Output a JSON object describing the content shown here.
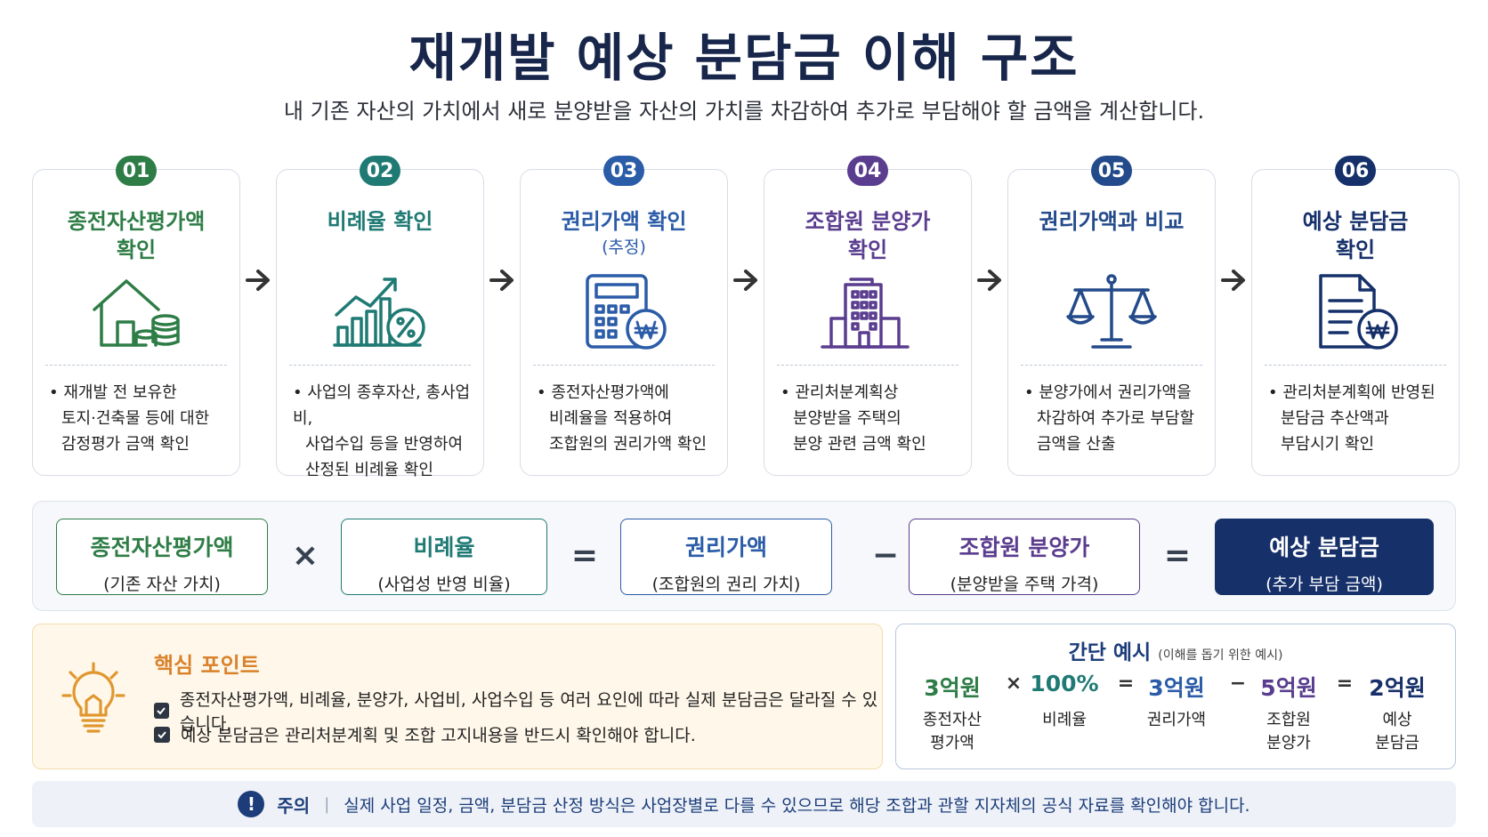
{
  "header": {
    "title": "재개발 예상 분담금 이해 구조",
    "subtitle": "내 기존 자산의 가치에서 새로 분양받을 자산의 가치를 차감하여 추가로 부담해야 할 금액을 계산합니다."
  },
  "steps": [
    {
      "number": "01",
      "title_lines": [
        "종전자산평가액",
        "확인"
      ],
      "sub": "",
      "icon": "house-coins-icon",
      "color": "#2e7d46",
      "desc": [
        "재개발 전 보유한",
        "토지·건축물 등에 대한",
        "감정평가 금액 확인"
      ]
    },
    {
      "number": "02",
      "title_lines": [
        "비례율 확인",
        ""
      ],
      "sub": "",
      "icon": "growth-chart-percent-icon",
      "color": "#1f7a74",
      "desc": [
        "사업의 종후자산, 총사업비,",
        "사업수입 등을 반영하여",
        "산정된 비례율 확인"
      ]
    },
    {
      "number": "03",
      "title_lines": [
        "권리가액 확인",
        ""
      ],
      "sub": "(추정)",
      "icon": "calculator-won-icon",
      "color": "#2b5ca8",
      "desc": [
        "종전자산평가액에",
        "비례율을 적용하여",
        "조합원의 권리가액 확인"
      ]
    },
    {
      "number": "04",
      "title_lines": [
        "조합원 분양가",
        "확인"
      ],
      "sub": "",
      "icon": "apartment-building-icon",
      "color": "#5a3d8f",
      "desc": [
        "관리처분계획상",
        "분양받을 주택의",
        "분양 관련 금액 확인"
      ]
    },
    {
      "number": "05",
      "title_lines": [
        "권리가액과 비교",
        ""
      ],
      "sub": "",
      "icon": "balance-scale-icon",
      "color": "#234a8a",
      "desc": [
        "분양가에서 권리가액을",
        "차감하여 추가로 부담할",
        "금액을 산출"
      ]
    },
    {
      "number": "06",
      "title_lines": [
        "예상 분담금",
        "확인"
      ],
      "sub": "",
      "icon": "document-won-icon",
      "color": "#16306a",
      "desc": [
        "관리처분계획에 반영된",
        "분담금 추산액과",
        "부담시기 확인"
      ]
    }
  ],
  "formula": {
    "items": [
      {
        "main": "종전자산평가액",
        "sub": "(기존 자산 가치)",
        "color": "#2e7d46"
      },
      {
        "main": "비례율",
        "sub": "(사업성 반영 비율)",
        "color": "#1f7a74"
      },
      {
        "main": "권리가액",
        "sub": "(조합원의 권리 가치)",
        "color": "#2b5ca8"
      },
      {
        "main": "조합원 분양가",
        "sub": "(분양받을 주택 가격)",
        "color": "#5a3d8f"
      },
      {
        "main": "예상 분담금",
        "sub": "(추가 부담 금액)",
        "color": "#16306a"
      }
    ],
    "ops": [
      "×",
      "=",
      "−",
      "="
    ]
  },
  "keypoint": {
    "title": "핵심 포인트",
    "icon": "lightbulb-icon",
    "items": [
      "종전자산평가액, 비례율, 분양가, 사업비, 사업수입 등 여러 요인에 따라 실제 분담금은 달라질 수 있습니다.",
      "예상 분담금은 관리처분계획 및 조합 고지내용을 반드시 확인해야 합니다."
    ]
  },
  "example": {
    "title": "간단 예시",
    "note": "(이해를 돕기 위한 예시)",
    "values": [
      {
        "value": "3억원",
        "label": [
          "종전자산",
          "평가액"
        ],
        "color": "#2e7d46"
      },
      {
        "value": "100%",
        "label": [
          "비례율",
          ""
        ],
        "color": "#1f7a74"
      },
      {
        "value": "3억원",
        "label": [
          "권리가액",
          ""
        ],
        "color": "#2b5ca8"
      },
      {
        "value": "5억원",
        "label": [
          "조합원",
          "분양가"
        ],
        "color": "#5a3d8f"
      },
      {
        "value": "2억원",
        "label": [
          "예상",
          "분담금"
        ],
        "color": "#16306a"
      }
    ],
    "ops": [
      "×",
      "=",
      "−",
      "="
    ]
  },
  "caution": {
    "icon": "!",
    "label": "주의",
    "text": "실제 사업 일정, 금액, 분담금 산정 방식은 사업장별로 다를 수 있으므로 해당 조합과 관할 지자체의 공식 자료를 확인해야 합니다."
  }
}
